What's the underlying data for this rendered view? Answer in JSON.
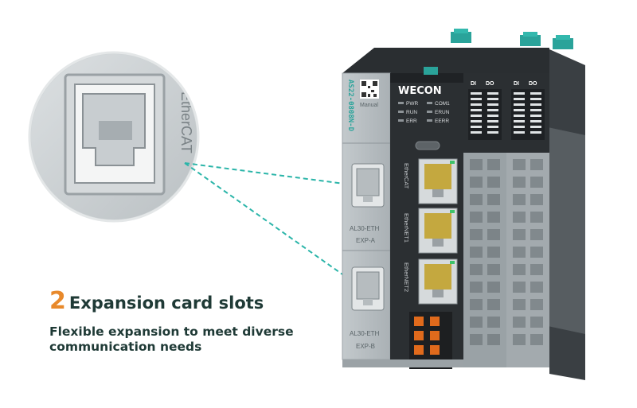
{
  "feature": {
    "number": "2",
    "title": "Expansion card slots",
    "subtitle": "Flexible expansion to meet diverse communication needs"
  },
  "device": {
    "brand": "WECON",
    "model": "AS22-0808N-D",
    "manual": "Manual",
    "status_left": [
      "PWR",
      "RUN",
      "ERR"
    ],
    "status_right": [
      "COM1",
      "ERUN",
      "EERR"
    ],
    "port_labels": [
      "EtherCAT",
      "EtherNET1",
      "EtherNET2"
    ],
    "slot_a": {
      "card": "AL30-ETH",
      "slot": "EXP-A"
    },
    "slot_b": {
      "card": "AL30-ETH",
      "slot": "EXP-B"
    },
    "io_headers": [
      "DI",
      "DO"
    ]
  },
  "zoom": {
    "label": "EtherCAT"
  },
  "colors": {
    "accent_orange": "#e8892b",
    "heading_dark": "#1f3a36",
    "leader_teal": "#2bb5a9",
    "terminal_green": "#2aa39a"
  }
}
